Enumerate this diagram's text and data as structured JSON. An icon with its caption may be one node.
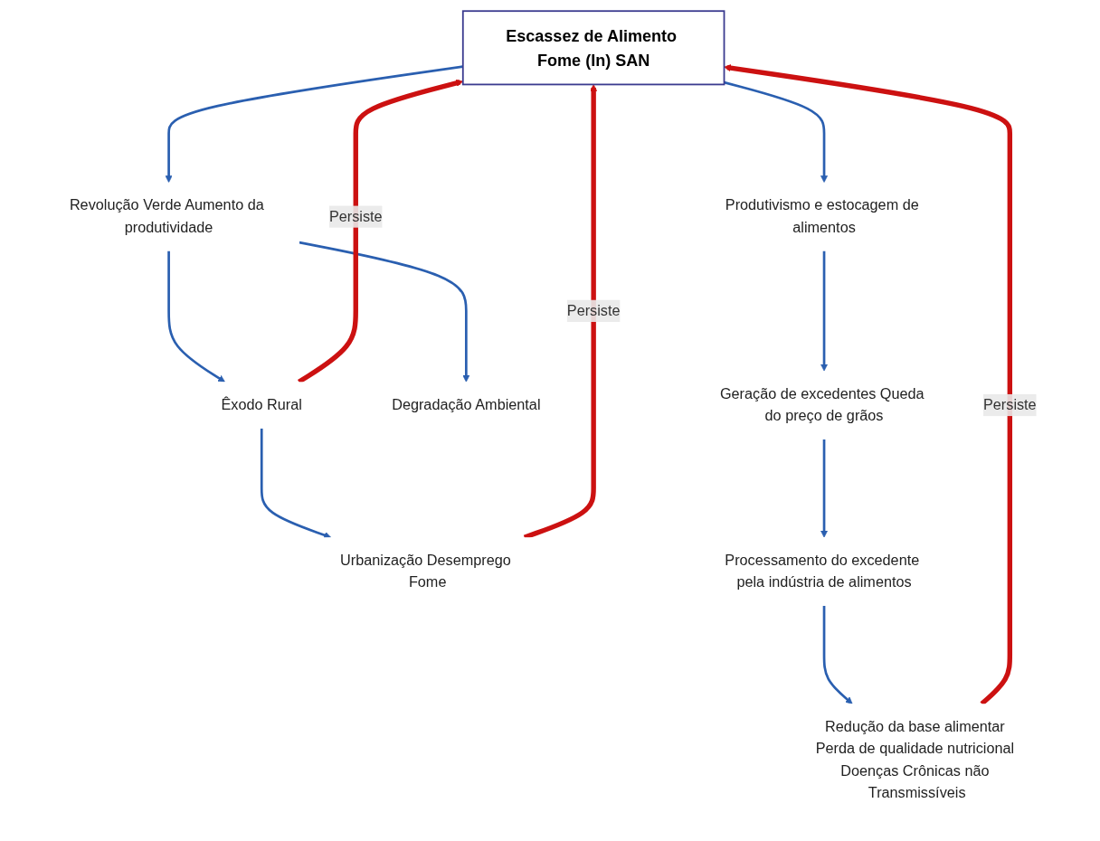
{
  "diagram": {
    "nodes": [
      {
        "text": [
          "Escassez de Alimento Fome (In) SAN"
        ]
      },
      {
        "text": [
          "Revolução Verde Aumento da produtividade"
        ]
      },
      {
        "text": [
          "Êxodo Rural"
        ]
      },
      {
        "text": [
          "Degradação Ambiental"
        ]
      },
      {
        "text": [
          "Urbanização Desemprego Fome"
        ]
      },
      {
        "text": [
          "Produtivismo e estocagem de alimentos"
        ]
      },
      {
        "text": [
          "Geração de excedentes Queda do preço de grãos"
        ]
      },
      {
        "text": [
          "Processamento do excedente pela indústria de alimentos"
        ]
      },
      {
        "text": [
          "Redução da base alimentar Perda de qualidade nutricional Doenças Crônicas não Transmissíveis"
        ]
      }
    ],
    "edges": [
      {
        "from": 0,
        "to": 1,
        "arrow": "to"
      },
      {
        "from": 1,
        "to": 2,
        "arrow": "to"
      },
      {
        "from": 1,
        "to": 3,
        "arrow": "to"
      },
      {
        "from": 2,
        "to": 4,
        "arrow": "to"
      },
      {
        "from": 0,
        "to": 5,
        "arrow": "to"
      },
      {
        "from": 5,
        "to": 6,
        "arrow": "to"
      },
      {
        "from": 6,
        "to": 7,
        "arrow": "to"
      },
      {
        "from": 7,
        "to": 8,
        "arrow": "to"
      },
      {
        "from": 2,
        "to": 0,
        "arrow": "to",
        "label": "Persiste",
        "style": "thick",
        "color": "#cc1111"
      },
      {
        "from": 4,
        "to": 0,
        "arrow": "to",
        "label": "Persiste",
        "style": "thick",
        "color": "#cc1111"
      },
      {
        "from": 8,
        "to": 0,
        "arrow": "to",
        "label": "Persiste",
        "style": "thick",
        "color": "#cc1111"
      }
    ]
  }
}
